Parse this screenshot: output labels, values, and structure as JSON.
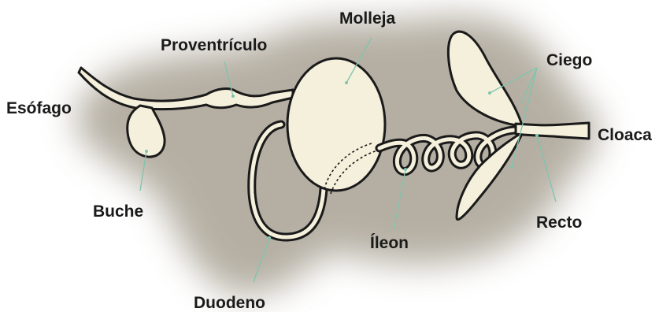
{
  "labels": {
    "esofago": "Esófago",
    "proventriculo": "Proventrículo",
    "molleja": "Molleja",
    "ciego": "Ciego",
    "cloaca": "Cloaca",
    "buche": "Buche",
    "duodeno": "Duodeno",
    "ileon": "Íleon",
    "recto": "Recto"
  },
  "colors": {
    "organ_fill": "#f5f0dc",
    "outline": "#1a1a1a",
    "leader": "#7fc4ae",
    "background_shadow": "#9d9585"
  }
}
